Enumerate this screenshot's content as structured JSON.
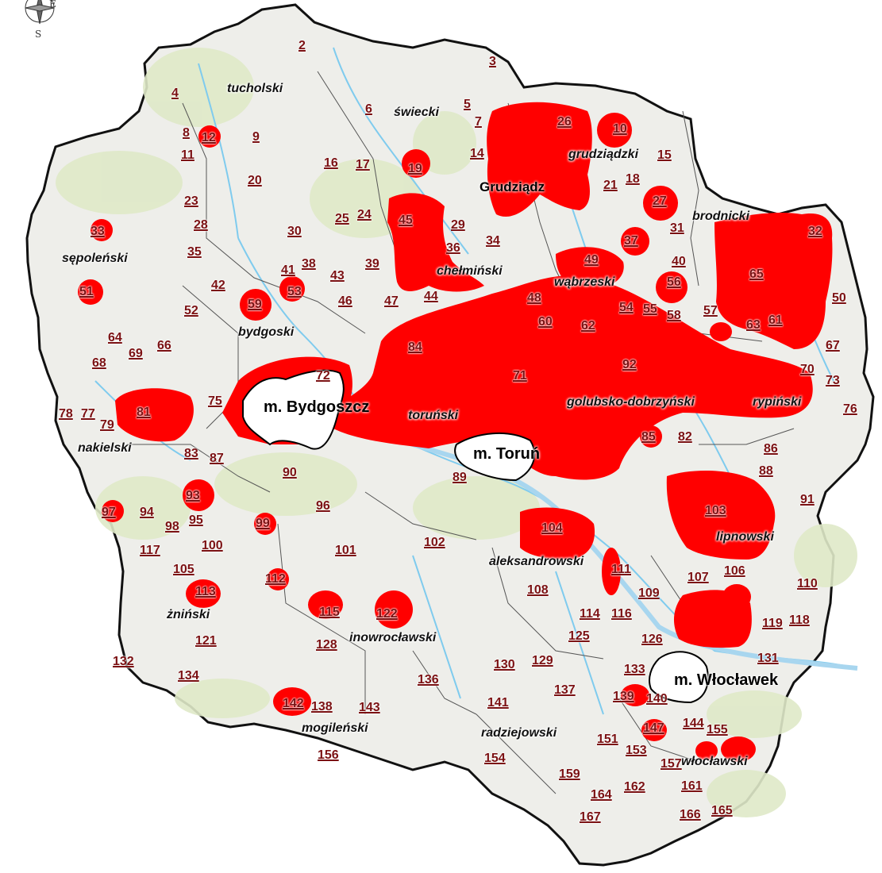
{
  "compass": {
    "south": "S",
    "east": "E"
  },
  "colors": {
    "region_fill": "#eeeeea",
    "green_patch": "#dfe9c8",
    "affected": "#ff0000",
    "river": "#7fcbee",
    "border": "#111111",
    "label_number": "#7b1113"
  },
  "cities": [
    {
      "id": "bydgoszcz",
      "label": "m. Bydgoszcz"
    },
    {
      "id": "torun",
      "label": "m. Toruń"
    },
    {
      "id": "wloclawek",
      "label": "m. Włocławek"
    },
    {
      "id": "grudziadz",
      "label": "Grudziądz"
    }
  ],
  "powiaty": [
    "tucholski",
    "świecki",
    "grudziądzki",
    "brodnicki",
    "sępoleński",
    "chełmiński",
    "wąbrzeski",
    "bydgoski",
    "toruński",
    "golubsko-dobrzyński",
    "rypiński",
    "nakielski",
    "lipnowski",
    "aleksandrowski",
    "żniński",
    "inowrocławski",
    "mogileński",
    "radziejowski",
    "włocławski"
  ],
  "gminy": [
    "2",
    "3",
    "4",
    "5",
    "6",
    "7",
    "8",
    "9",
    "10",
    "11",
    "12",
    "14",
    "15",
    "16",
    "17",
    "18",
    "19",
    "20",
    "21",
    "23",
    "24",
    "25",
    "26",
    "27",
    "28",
    "29",
    "30",
    "31",
    "32",
    "33",
    "34",
    "35",
    "36",
    "37",
    "38",
    "39",
    "40",
    "41",
    "42",
    "43",
    "44",
    "45",
    "46",
    "47",
    "48",
    "49",
    "50",
    "51",
    "52",
    "53",
    "54",
    "55",
    "56",
    "57",
    "58",
    "59",
    "60",
    "61",
    "62",
    "63",
    "64",
    "65",
    "66",
    "67",
    "68",
    "69",
    "70",
    "71",
    "72",
    "73",
    "75",
    "76",
    "77",
    "78",
    "79",
    "81",
    "82",
    "83",
    "84",
    "85",
    "86",
    "87",
    "88",
    "89",
    "90",
    "91",
    "92",
    "93",
    "94",
    "95",
    "96",
    "97",
    "98",
    "99",
    "100",
    "101",
    "102",
    "103",
    "104",
    "105",
    "106",
    "107",
    "108",
    "109",
    "110",
    "111",
    "112",
    "113",
    "114",
    "115",
    "116",
    "117",
    "118",
    "119",
    "121",
    "122",
    "125",
    "126",
    "128",
    "129",
    "130",
    "131",
    "132",
    "133",
    "134",
    "136",
    "137",
    "138",
    "139",
    "140",
    "141",
    "142",
    "143",
    "144",
    "147",
    "151",
    "153",
    "154",
    "155",
    "156",
    "157",
    "159",
    "161",
    "162",
    "164",
    "165",
    "166",
    "167"
  ]
}
